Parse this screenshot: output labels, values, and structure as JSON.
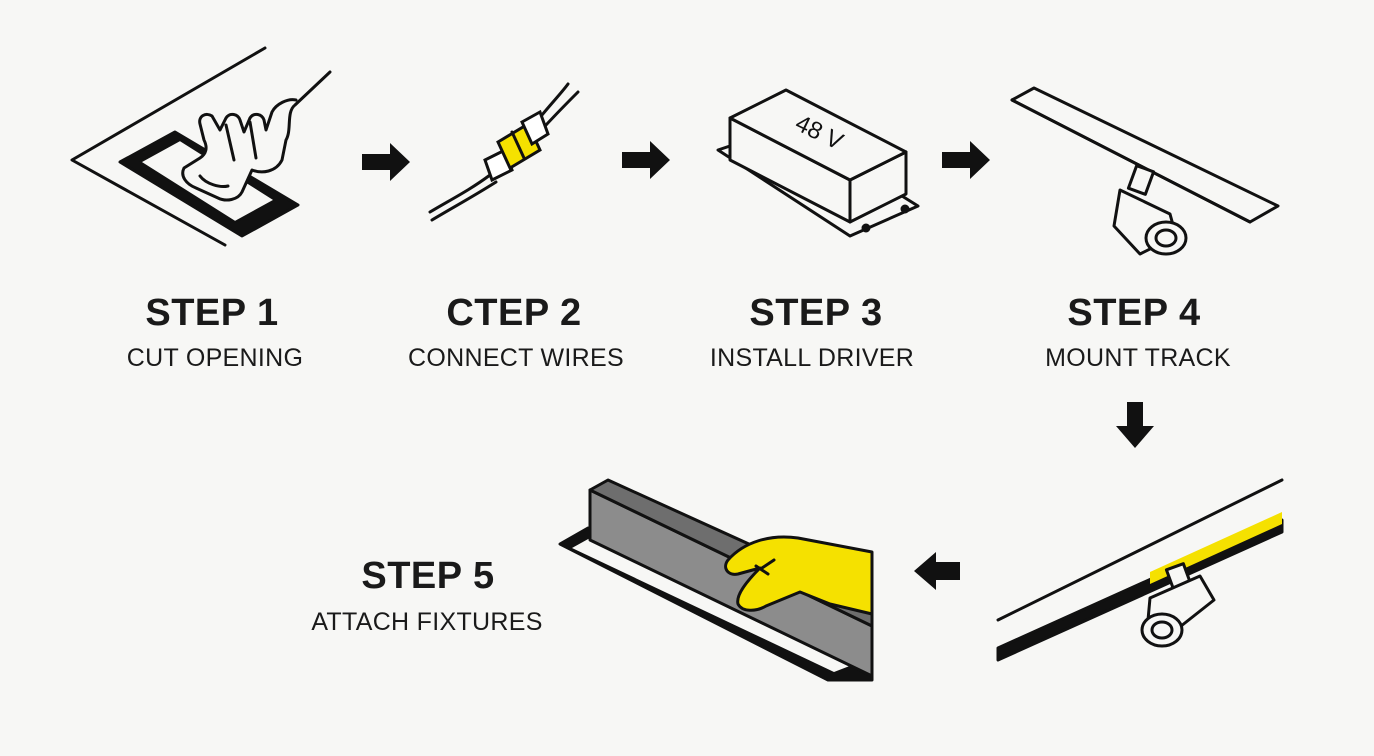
{
  "steps": [
    {
      "title": "STEP 1",
      "caption": "CUT OPENING"
    },
    {
      "title": "CTEP 2",
      "caption": "CONNECT WIRES"
    },
    {
      "title": "STEP 3",
      "caption": "INSTALL DRIVER"
    },
    {
      "title": "STEP 4",
      "caption": "MOUNT TRACK"
    },
    {
      "title": "STEP 5",
      "caption": "ATTACH FIXTURES"
    }
  ],
  "driver_label": "48 V",
  "colors": {
    "accent_yellow": "#f5e100",
    "ink": "#111111",
    "panel_gray": "#8c8c8c",
    "background": "#f7f7f5"
  },
  "icons": [
    "hand-cutting-icon",
    "wire-connector-icon",
    "driver-box-icon",
    "track-spotlight-icon",
    "arrow-right-icon",
    "arrow-down-icon",
    "arrow-left-icon",
    "gloved-hand-icon"
  ]
}
